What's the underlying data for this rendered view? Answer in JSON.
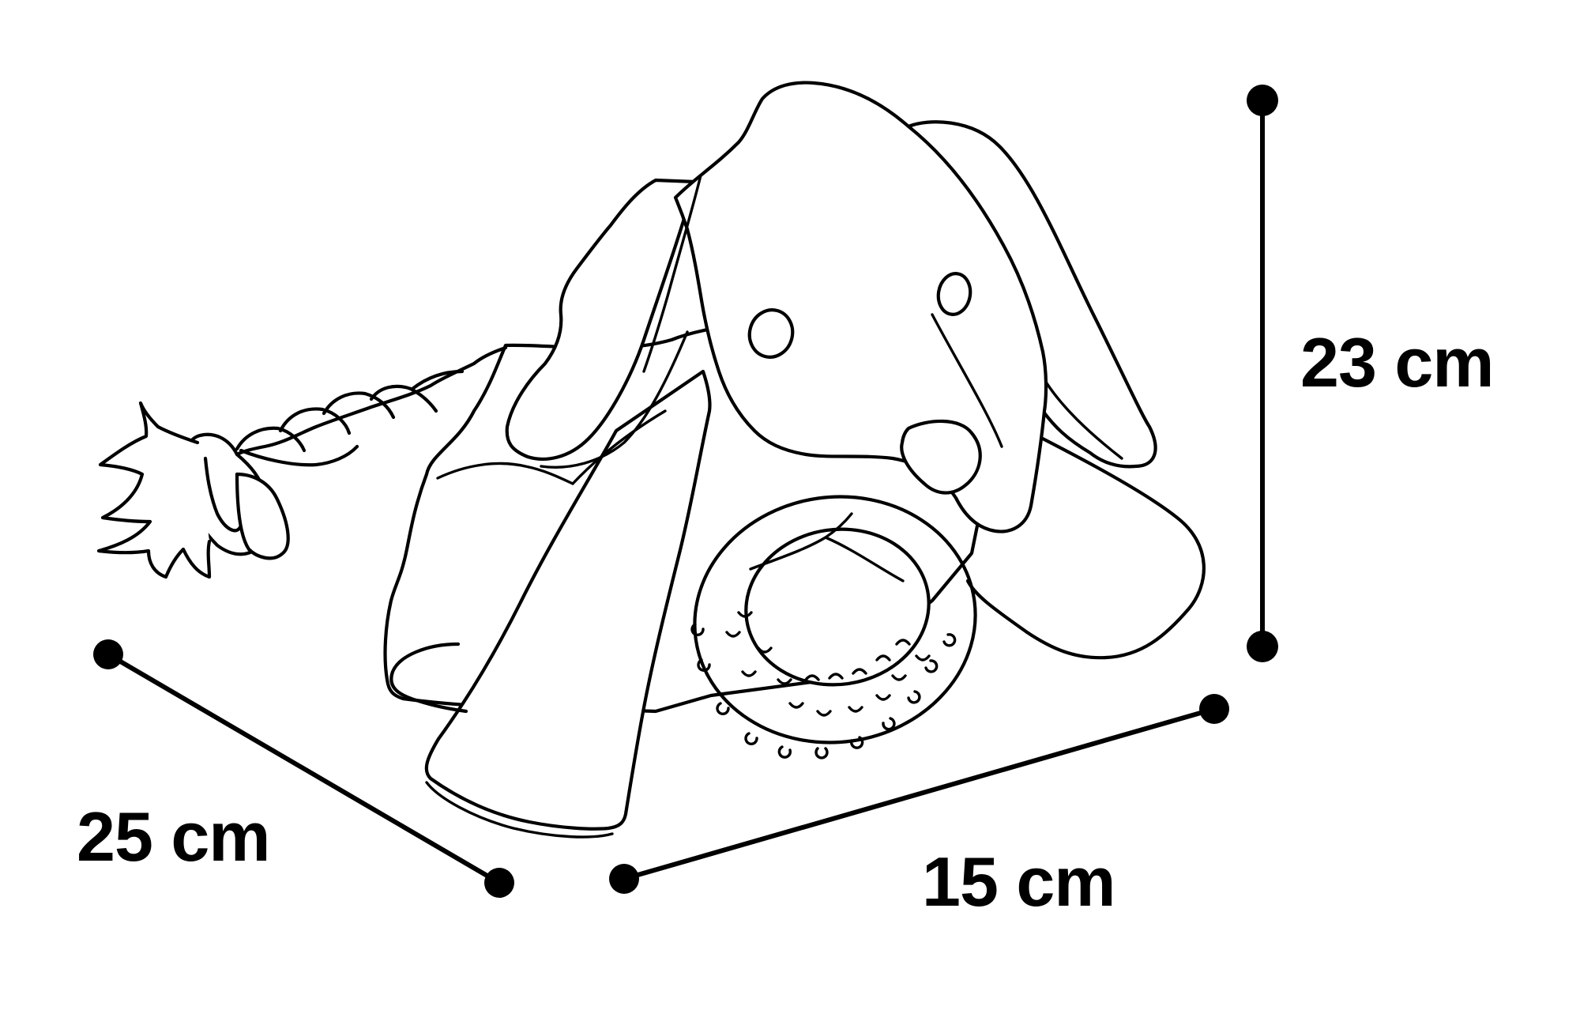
{
  "figure": {
    "subject": "Plush dog toy with rope tail and teething ring",
    "background_color": "#ffffff",
    "line_color": "#000000"
  },
  "dimensions": {
    "height": {
      "label": "23 cm",
      "value": 23,
      "unit": "cm",
      "orientation": "vertical"
    },
    "depth": {
      "label": "25 cm",
      "value": 25,
      "unit": "cm",
      "orientation": "diagonal-left"
    },
    "width": {
      "label": "15 cm",
      "value": 15,
      "unit": "cm",
      "orientation": "diagonal-bottom"
    }
  },
  "icons": {
    "product": "dog-toy-line-drawing",
    "endpoints": "dimension-dot"
  }
}
